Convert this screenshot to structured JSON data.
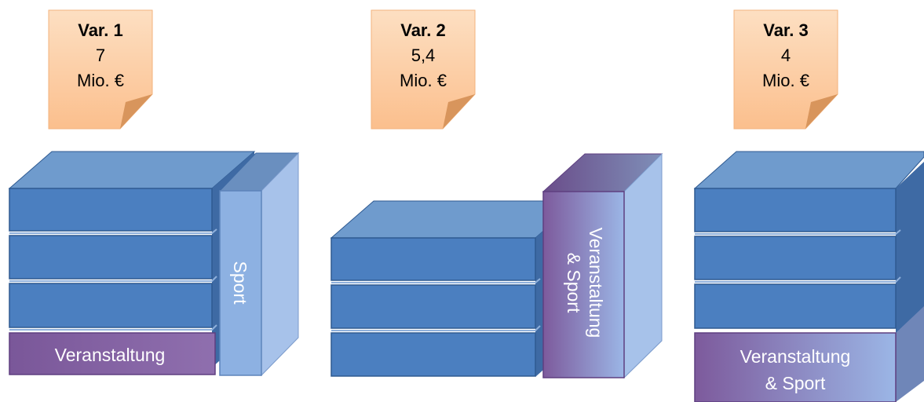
{
  "colors": {
    "note_fill": "#fbc79a",
    "note_fill_light": "#fddfc2",
    "note_edge": "#f3b37e",
    "note_fold": "#d8955c",
    "block_front": "#4b7fc0",
    "block_top": "#6f9bcd",
    "block_side": "#3e6aa4",
    "block_edge": "#2f5a91",
    "purple_front": "#7d5a9c",
    "purple_edge": "#5f3f80",
    "light_blue_front": "#8db1e2",
    "light_blue_side": "#a7c2ea",
    "light_blue_top": "#6a8fbf"
  },
  "variants": [
    {
      "title": "Var. 1",
      "value": "7",
      "unit": "Mio. €",
      "labels": [
        "Veranstaltung",
        "Sport"
      ]
    },
    {
      "title": "Var. 2",
      "value": "5,4",
      "unit": "Mio. €",
      "labels": [
        "Veranstaltung",
        "& Sport"
      ]
    },
    {
      "title": "Var. 3",
      "value": "4",
      "unit": "Mio. €",
      "labels": [
        "Veranstaltung",
        "& Sport"
      ]
    }
  ]
}
